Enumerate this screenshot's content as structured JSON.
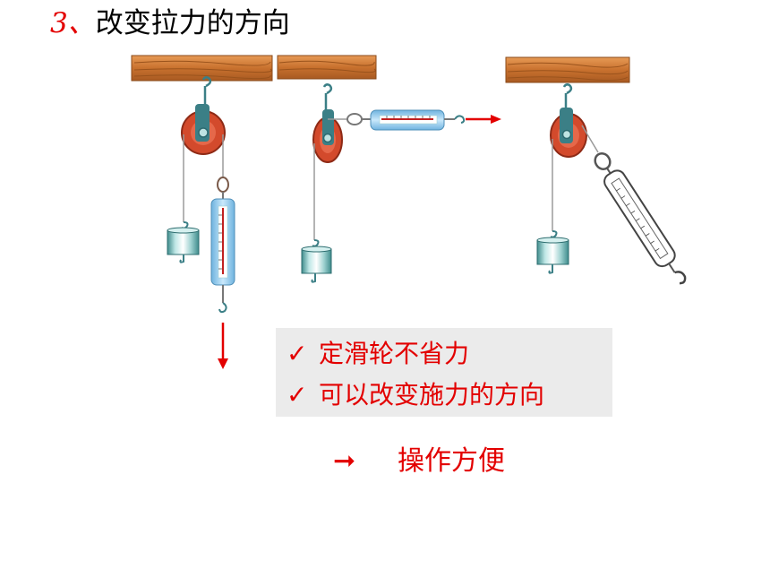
{
  "title": {
    "number": "3、",
    "text": "改变拉力的方向"
  },
  "figures": [
    {
      "pull_direction": "down"
    },
    {
      "pull_direction": "horizontal"
    },
    {
      "pull_direction": "oblique"
    }
  ],
  "points": [
    {
      "check": "✓",
      "text": "定滑轮不省力"
    },
    {
      "check": "✓",
      "text": "可以改变施力的方向"
    }
  ],
  "conclusion": {
    "arrow": "➞",
    "text": "操作方便"
  },
  "colors": {
    "accent_red": "#e30000",
    "wood": "#c8712e",
    "pulley": "#d34a2c",
    "hook_teal": "#3b7f86",
    "scale_blue": "#8ec8ea",
    "panel_gray": "#ebebeb"
  }
}
